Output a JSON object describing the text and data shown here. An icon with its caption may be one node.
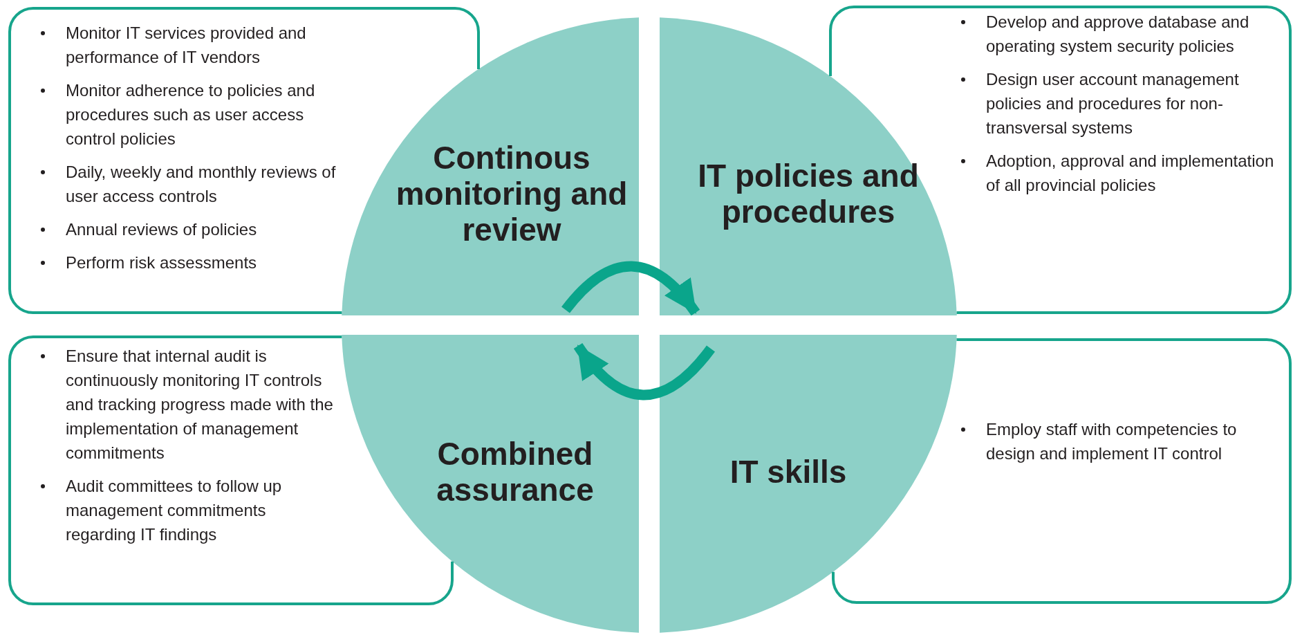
{
  "diagram": {
    "nodes": [
      {
        "text": [
          "Monitor IT services provided and performance of IT vendors",
          "Monitor adherence to policies and procedures such as user access control policies",
          "Daily, weekly and monthly reviews of user access controls",
          "Annual reviews of policies",
          "Perform risk assessments"
        ]
      },
      {
        "text": [
          "Continous monitoring and review"
        ]
      },
      {
        "text": [
          "IT policies and procedures"
        ]
      },
      {
        "text": [
          "Develop and approve database and operating system security policies",
          "Design user account management policies and procedures for non-transversal systems",
          "Adoption, approval and implementation of all provincial policies"
        ]
      },
      {
        "text": [
          "Ensure that internal audit is continuously monitoring IT controls and tracking progress made with the implementation of management commitments",
          "Audit committees to follow up management commitments regarding IT findings"
        ]
      },
      {
        "text": [
          "Combined assurance"
        ]
      },
      {
        "text": [
          "IT skills"
        ]
      },
      {
        "text": [
          "Employ staff with competencies to design and implement IT control"
        ]
      }
    ],
    "edges": [
      {
        "from": 1,
        "to": 2,
        "arrow": "to"
      },
      {
        "from": 6,
        "to": 5,
        "arrow": "to"
      }
    ]
  }
}
